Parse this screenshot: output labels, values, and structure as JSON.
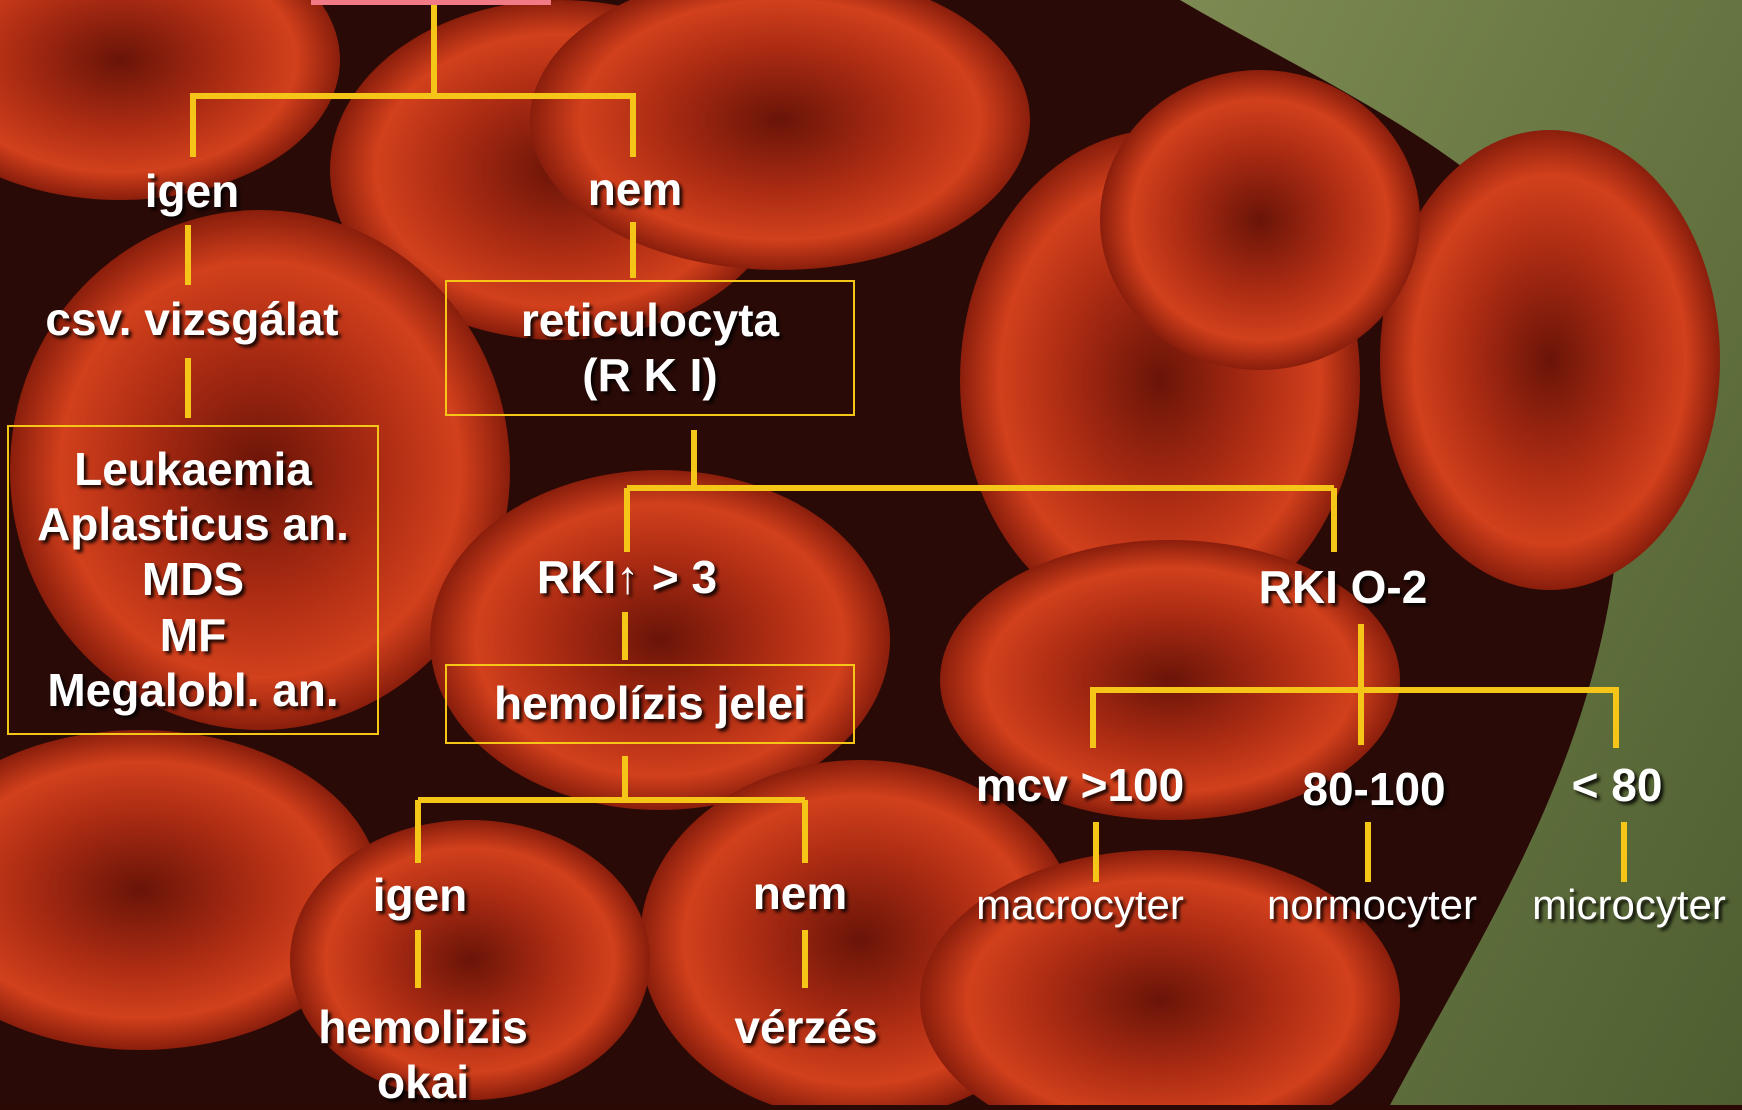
{
  "colors": {
    "connector": "#f5c518",
    "text": "#ffffff",
    "top_bar": "#f07a86"
  },
  "left_branch": {
    "answer": "igen",
    "test": "csv. vizsgálat",
    "diagnoses": [
      "Leukaemia",
      "Aplasticus an.",
      "MDS",
      "MF",
      "Megalobl. an."
    ]
  },
  "right_branch": {
    "answer": "nem",
    "test_line1": "reticulocyta",
    "test_line2": "(R K I)"
  },
  "rki_high": {
    "label": "RKI↑ > 3",
    "check": "hemolízis jelei",
    "yes_label": "igen",
    "yes_result_line1": "hemolizis",
    "yes_result_line2": "okai",
    "no_label": "nem",
    "no_result": "vérzés"
  },
  "rki_low": {
    "label": "RKI O-2",
    "branches": [
      {
        "mcv": "mcv >100",
        "type": "macrocyter"
      },
      {
        "mcv": "80-100",
        "type": "normocyter"
      },
      {
        "mcv": "< 80",
        "type": "microcyter"
      }
    ]
  }
}
